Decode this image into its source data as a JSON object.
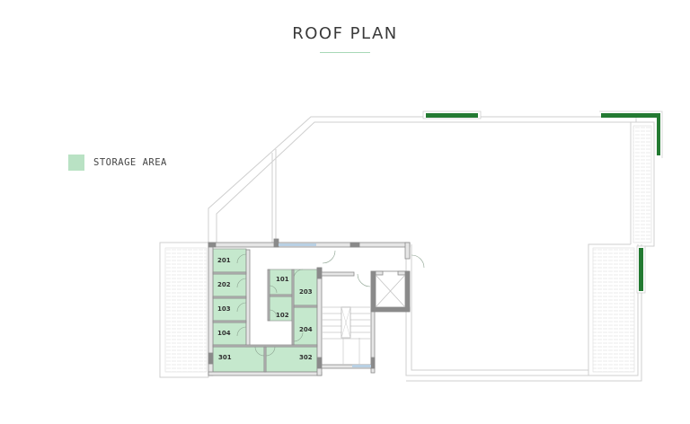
{
  "header": {
    "title": "ROOF PLAN"
  },
  "legend": {
    "items": [
      {
        "label": "STORAGE AREA",
        "color": "#b9e2c4"
      }
    ]
  },
  "plan": {
    "colors": {
      "storage_fill": "#c5e8cd",
      "wall_line": "#cfcfcf",
      "wall_dark": "#7a7a7a",
      "green_parapet": "#237a32",
      "glass": "#b8d0e4"
    },
    "rooms": [
      {
        "id": "201",
        "label": "201"
      },
      {
        "id": "202",
        "label": "202"
      },
      {
        "id": "103",
        "label": "103"
      },
      {
        "id": "104",
        "label": "104"
      },
      {
        "id": "101",
        "label": "101"
      },
      {
        "id": "102",
        "label": "102"
      },
      {
        "id": "203",
        "label": "203"
      },
      {
        "id": "204",
        "label": "204"
      },
      {
        "id": "301",
        "label": "301"
      },
      {
        "id": "302",
        "label": "302"
      }
    ]
  }
}
